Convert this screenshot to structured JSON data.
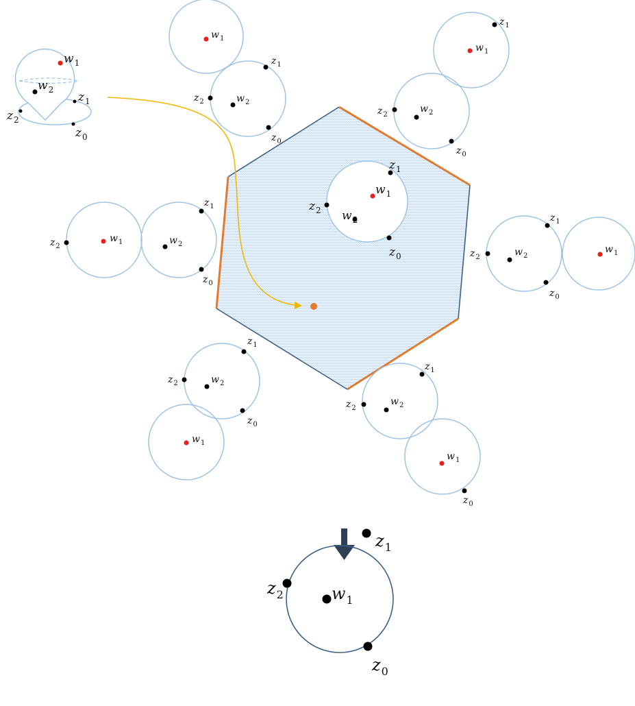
{
  "colors": {
    "circle_stroke": "#9ec3e6",
    "hexagon_fill": "#d9e8f7",
    "hexagon_edge": "#3e5f85",
    "hexagon_accent_edge": "#e07b2f",
    "path_arrow": "#f2b705",
    "orange_point": "#e07b2f",
    "red_point": "#e8201a",
    "black_point": "#000000",
    "down_arrow": "#2f3f55",
    "result_stroke": "#3e5f85"
  },
  "labels": {
    "w1": {
      "base": "w",
      "sub": "1"
    },
    "w2": {
      "base": "w",
      "sub": "2"
    },
    "z0": {
      "base": "z",
      "sub": "0"
    },
    "z1": {
      "base": "z",
      "sub": "1"
    },
    "z2": {
      "base": "z",
      "sub": "2"
    }
  },
  "icons": {
    "transition": "down-arrow-icon",
    "flow": "curved-arrow-icon"
  }
}
